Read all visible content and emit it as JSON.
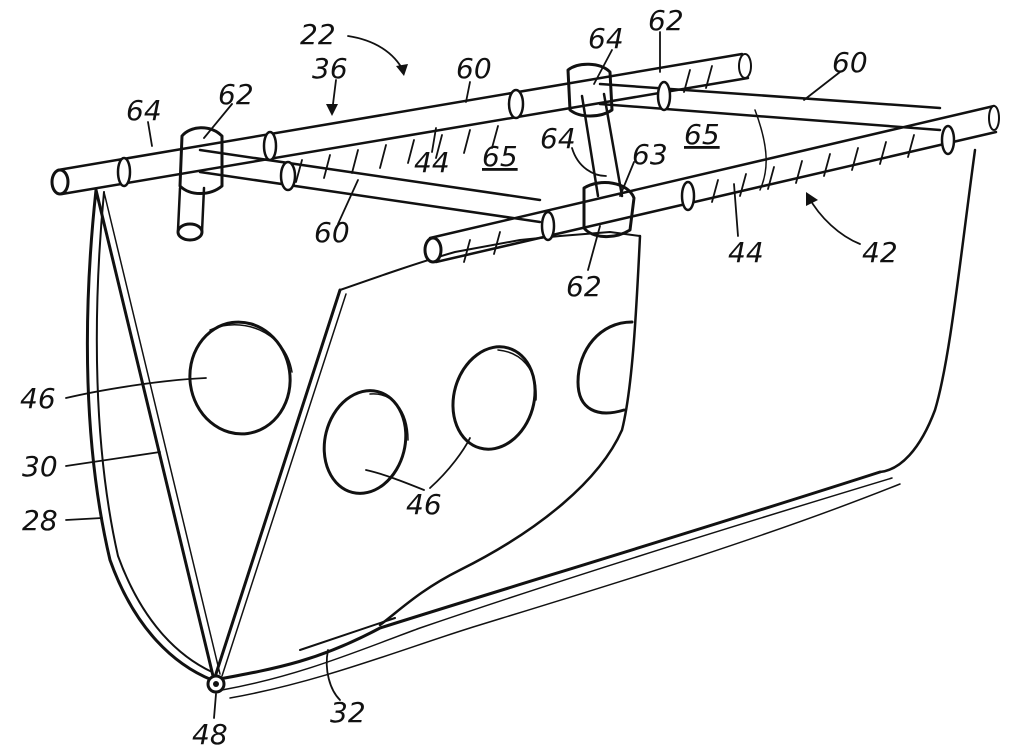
{
  "figure": {
    "reference_labels": {
      "ref_22": "22",
      "ref_36": "36",
      "ref_60_top": "60",
      "ref_64_left": "64",
      "ref_62_left": "62",
      "ref_64_top": "64",
      "ref_62_top": "62",
      "ref_60_right": "60",
      "ref_44_mid": "44",
      "ref_65_left": "65",
      "ref_64_center": "64",
      "ref_63": "63",
      "ref_65_right": "65",
      "ref_60_front": "60",
      "ref_44_right": "44",
      "ref_42": "42",
      "ref_62_bottom": "62",
      "ref_46_left": "46",
      "ref_30": "30",
      "ref_28": "28",
      "ref_46_bottom": "46",
      "ref_48": "48",
      "ref_32": "32"
    }
  }
}
